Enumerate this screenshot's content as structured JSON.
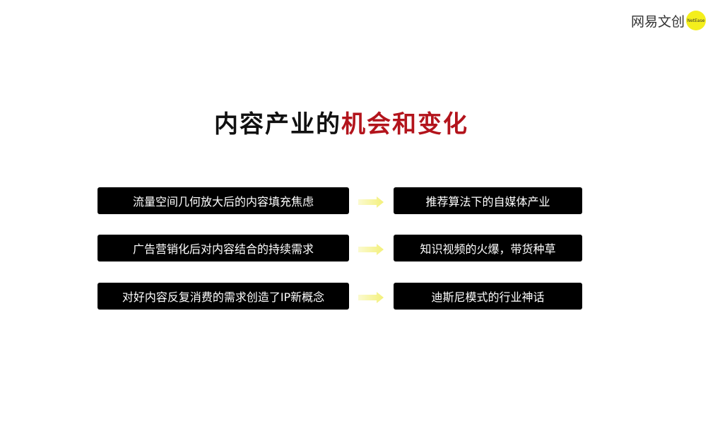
{
  "logo": {
    "text": "网易文创",
    "sub": "NetEase",
    "color": "#f4ef1c"
  },
  "title": {
    "part1": "内容产业的",
    "part2": "机会和变化",
    "highlight_color": "#b3141c"
  },
  "rows": [
    {
      "left": "流量空间几何放大后的内容填充焦虑",
      "right": "推荐算法下的自媒体产业"
    },
    {
      "left": "广告营销化后对内容结合的持续需求",
      "right": "知识视频的火爆，带货种草"
    },
    {
      "left": "对好内容反复消费的需求创造了IP新概念",
      "right": "迪斯尼模式的行业神话"
    }
  ],
  "arrow_icon": "right-arrow-icon",
  "arrow_color": "#f7f59a"
}
